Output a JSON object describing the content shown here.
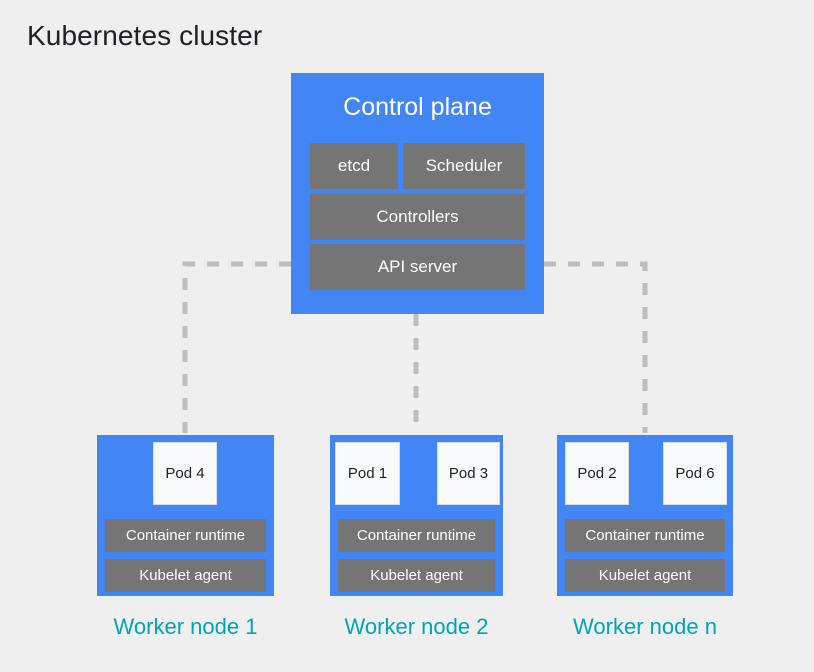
{
  "page": {
    "title": "Kubernetes cluster",
    "background_color": "#efefef",
    "title_color": "#202124"
  },
  "theme": {
    "node_blue": "#4285f4",
    "component_gray": "#757575",
    "pod_white": "#f8f9fa",
    "label_teal": "#00a5b5",
    "connector_gray": "#bdbdbd"
  },
  "control_plane": {
    "title": "Control plane",
    "components": [
      {
        "label": "etcd"
      },
      {
        "label": "Scheduler"
      },
      {
        "label": "Controllers"
      },
      {
        "label": "API server"
      }
    ]
  },
  "worker_nodes": [
    {
      "label": "Worker node 1",
      "pods": [
        {
          "label": "Pod 4"
        }
      ],
      "bars": [
        {
          "label": "Container runtime"
        },
        {
          "label": "Kubelet agent"
        }
      ]
    },
    {
      "label": "Worker node 2",
      "pods": [
        {
          "label": "Pod 1"
        },
        {
          "label": "Pod 3"
        }
      ],
      "bars": [
        {
          "label": "Container runtime"
        },
        {
          "label": "Kubelet agent"
        }
      ]
    },
    {
      "label": "Worker node n",
      "pods": [
        {
          "label": "Pod 2"
        },
        {
          "label": "Pod 6"
        }
      ],
      "bars": [
        {
          "label": "Container runtime"
        },
        {
          "label": "Kubelet agent"
        }
      ]
    }
  ]
}
